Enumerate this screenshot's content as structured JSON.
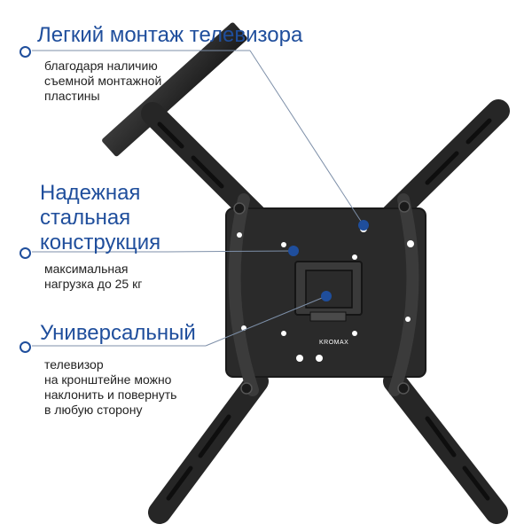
{
  "features": [
    {
      "title_lines": [
        "Легкий монтаж телевизора"
      ],
      "description_lines": [
        "благодаря наличию",
        "съемной монтажной",
        "пластины"
      ]
    },
    {
      "title_lines": [
        "Надежная",
        "стальная",
        "конструкция"
      ],
      "description_lines": [
        "максимальная",
        "нагрузка до 25 кг"
      ]
    },
    {
      "title_lines": [
        "Универсальный"
      ],
      "description_lines": [
        "телевизор",
        "на кронштейне можно",
        "наклонить и повернуть",
        "в любую сторону"
      ]
    }
  ],
  "product": {
    "brand_label": "KROMAX",
    "metal_color": "#2b2b2b",
    "accent_color": "#1f4e9c"
  }
}
